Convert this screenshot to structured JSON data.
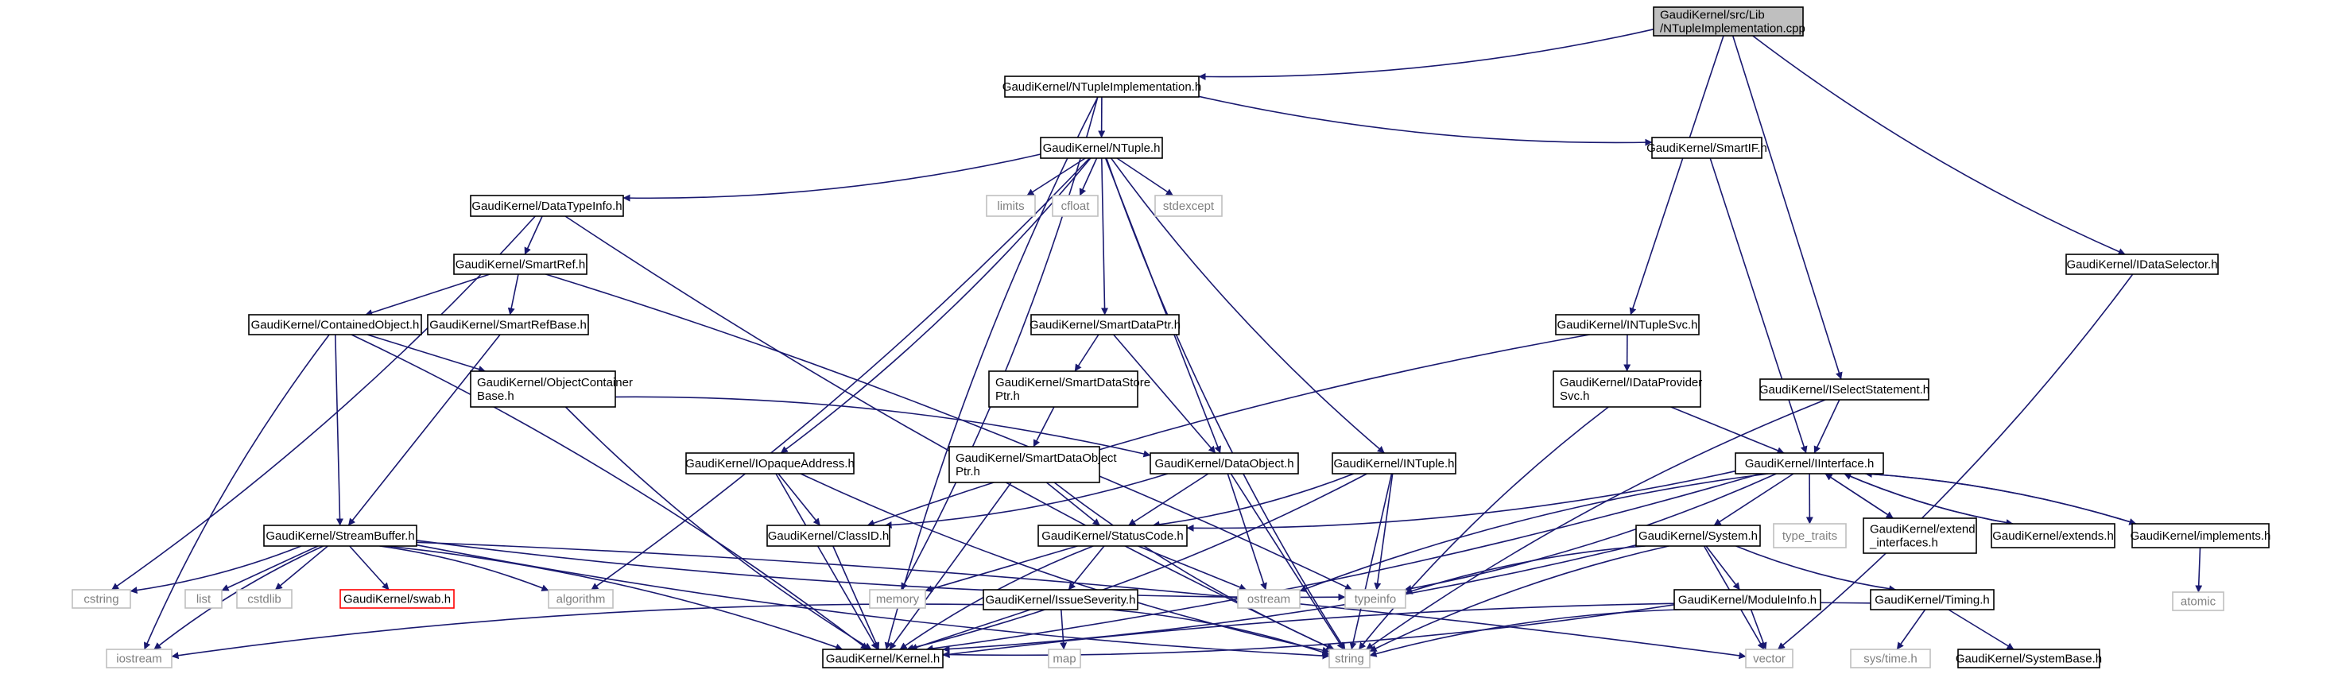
{
  "colors": {
    "edge": "#191970",
    "node_border": "#000000",
    "node_text": "#000000",
    "external_border": "#bfbfbf",
    "external_text": "#808080",
    "root_fill": "#bfbfbf",
    "truncated_border": "#ff0000"
  },
  "nodes": [
    {
      "id": "root",
      "label": "GaudiKernel/src/Lib\n/NTupleImplementation.cpp",
      "style": "root"
    },
    {
      "id": "ntimpl",
      "label": "GaudiKernel/NTupleImplementation.h",
      "style": "normal"
    },
    {
      "id": "ntuple",
      "label": "GaudiKernel/NTuple.h",
      "style": "normal"
    },
    {
      "id": "smartif",
      "label": "GaudiKernel/SmartIF.h",
      "style": "normal"
    },
    {
      "id": "dtinfo",
      "label": "GaudiKernel/DataTypeInfo.h",
      "style": "normal"
    },
    {
      "id": "limits",
      "label": "limits",
      "style": "external"
    },
    {
      "id": "cfloat",
      "label": "cfloat",
      "style": "external"
    },
    {
      "id": "stdexcept",
      "label": "stdexcept",
      "style": "external"
    },
    {
      "id": "idatasel",
      "label": "GaudiKernel/IDataSelector.h",
      "style": "normal"
    },
    {
      "id": "smartref",
      "label": "GaudiKernel/SmartRef.h",
      "style": "normal"
    },
    {
      "id": "contobj",
      "label": "GaudiKernel/ContainedObject.h",
      "style": "normal"
    },
    {
      "id": "smartrefbase",
      "label": "GaudiKernel/SmartRefBase.h",
      "style": "normal"
    },
    {
      "id": "smartdataptr",
      "label": "GaudiKernel/SmartDataPtr.h",
      "style": "normal"
    },
    {
      "id": "intuplesvc",
      "label": "GaudiKernel/INTupleSvc.h",
      "style": "normal"
    },
    {
      "id": "objcont",
      "label": "GaudiKernel/ObjectContainer\nBase.h",
      "style": "normal"
    },
    {
      "id": "smartdatastore",
      "label": "GaudiKernel/SmartDataStore\nPtr.h",
      "style": "normal"
    },
    {
      "id": "idataprov",
      "label": "GaudiKernel/IDataProvider\nSvc.h",
      "style": "normal"
    },
    {
      "id": "iselstmt",
      "label": "GaudiKernel/ISelectStatement.h",
      "style": "normal"
    },
    {
      "id": "iopaque",
      "label": "GaudiKernel/IOpaqueAddress.h",
      "style": "normal"
    },
    {
      "id": "smartdataobj",
      "label": "GaudiKernel/SmartDataObject\nPtr.h",
      "style": "normal"
    },
    {
      "id": "dataobj",
      "label": "GaudiKernel/DataObject.h",
      "style": "normal"
    },
    {
      "id": "intuple",
      "label": "GaudiKernel/INTuple.h",
      "style": "normal"
    },
    {
      "id": "iinterface",
      "label": "GaudiKernel/IInterface.h",
      "style": "normal"
    },
    {
      "id": "streambuf",
      "label": "GaudiKernel/StreamBuffer.h",
      "style": "normal"
    },
    {
      "id": "classid",
      "label": "GaudiKernel/ClassID.h",
      "style": "normal"
    },
    {
      "id": "statuscode",
      "label": "GaudiKernel/StatusCode.h",
      "style": "normal"
    },
    {
      "id": "typetraits",
      "label": "type_traits",
      "style": "external"
    },
    {
      "id": "extendif",
      "label": "GaudiKernel/extend\n_interfaces.h",
      "style": "normal"
    },
    {
      "id": "extends",
      "label": "GaudiKernel/extends.h",
      "style": "normal"
    },
    {
      "id": "implements",
      "label": "GaudiKernel/implements.h",
      "style": "normal"
    },
    {
      "id": "system",
      "label": "GaudiKernel/System.h",
      "style": "normal"
    },
    {
      "id": "cstring",
      "label": "cstring",
      "style": "external"
    },
    {
      "id": "list",
      "label": "list",
      "style": "external"
    },
    {
      "id": "cstdlib",
      "label": "cstdlib",
      "style": "external"
    },
    {
      "id": "swab",
      "label": "GaudiKernel/swab.h",
      "style": "truncated"
    },
    {
      "id": "algorithm",
      "label": "algorithm",
      "style": "external"
    },
    {
      "id": "memory",
      "label": "memory",
      "style": "external"
    },
    {
      "id": "issuesev",
      "label": "GaudiKernel/IssueSeverity.h",
      "style": "normal"
    },
    {
      "id": "ostream",
      "label": "ostream",
      "style": "external"
    },
    {
      "id": "typeinfo",
      "label": "typeinfo",
      "style": "external"
    },
    {
      "id": "moduleinfo",
      "label": "GaudiKernel/ModuleInfo.h",
      "style": "normal"
    },
    {
      "id": "timing",
      "label": "GaudiKernel/Timing.h",
      "style": "normal"
    },
    {
      "id": "atomic",
      "label": "atomic",
      "style": "external"
    },
    {
      "id": "iostream",
      "label": "iostream",
      "style": "external"
    },
    {
      "id": "kernel",
      "label": "GaudiKernel/Kernel.h",
      "style": "normal"
    },
    {
      "id": "map",
      "label": "map",
      "style": "external"
    },
    {
      "id": "string",
      "label": "string",
      "style": "external"
    },
    {
      "id": "vector",
      "label": "vector",
      "style": "external"
    },
    {
      "id": "systime",
      "label": "sys/time.h",
      "style": "external"
    },
    {
      "id": "sysbase",
      "label": "GaudiKernel/SystemBase.h",
      "style": "normal"
    }
  ],
  "edges": [
    [
      "root",
      "ntimpl"
    ],
    [
      "root",
      "intuplesvc"
    ],
    [
      "root",
      "iselstmt"
    ],
    [
      "root",
      "idatasel"
    ],
    [
      "ntimpl",
      "ntuple"
    ],
    [
      "ntimpl",
      "smartif"
    ],
    [
      "ntimpl",
      "memory"
    ],
    [
      "ntimpl",
      "kernel"
    ],
    [
      "ntuple",
      "dtinfo"
    ],
    [
      "ntuple",
      "limits"
    ],
    [
      "ntuple",
      "cfloat"
    ],
    [
      "ntuple",
      "stdexcept"
    ],
    [
      "ntuple",
      "smartdataptr"
    ],
    [
      "ntuple",
      "intuple"
    ],
    [
      "ntuple",
      "iopaque"
    ],
    [
      "ntuple",
      "dataobj"
    ],
    [
      "ntuple",
      "algorithm"
    ],
    [
      "ntuple",
      "string"
    ],
    [
      "smartif",
      "iinterface"
    ],
    [
      "dtinfo",
      "smartref"
    ],
    [
      "dtinfo",
      "cstring"
    ],
    [
      "dtinfo",
      "string"
    ],
    [
      "smartref",
      "contobj"
    ],
    [
      "smartref",
      "smartrefbase"
    ],
    [
      "smartref",
      "typeinfo"
    ],
    [
      "contobj",
      "objcont"
    ],
    [
      "contobj",
      "streambuf"
    ],
    [
      "contobj",
      "iostream"
    ],
    [
      "contobj",
      "kernel"
    ],
    [
      "smartrefbase",
      "streambuf"
    ],
    [
      "objcont",
      "dataobj"
    ],
    [
      "objcont",
      "kernel"
    ],
    [
      "smartdataptr",
      "smartdatastore"
    ],
    [
      "smartdataptr",
      "dataobj"
    ],
    [
      "smartdatastore",
      "smartdataobj"
    ],
    [
      "smartdataobj",
      "statuscode"
    ],
    [
      "smartdataobj",
      "kernel"
    ],
    [
      "smartdataobj",
      "string"
    ],
    [
      "intuplesvc",
      "idataprov"
    ],
    [
      "intuplesvc",
      "classid"
    ],
    [
      "idataprov",
      "iinterface"
    ],
    [
      "idataprov",
      "string"
    ],
    [
      "iselstmt",
      "iinterface"
    ],
    [
      "iselstmt",
      "string"
    ],
    [
      "idatasel",
      "vector"
    ],
    [
      "iopaque",
      "classid"
    ],
    [
      "iopaque",
      "kernel"
    ],
    [
      "iopaque",
      "string"
    ],
    [
      "dataobj",
      "classid"
    ],
    [
      "dataobj",
      "statuscode"
    ],
    [
      "dataobj",
      "ostream"
    ],
    [
      "dataobj",
      "string"
    ],
    [
      "intuple",
      "statuscode"
    ],
    [
      "intuple",
      "typeinfo"
    ],
    [
      "intuple",
      "kernel"
    ],
    [
      "intuple",
      "string"
    ],
    [
      "iinterface",
      "statuscode"
    ],
    [
      "iinterface",
      "typetraits"
    ],
    [
      "iinterface",
      "extendif"
    ],
    [
      "iinterface",
      "extends"
    ],
    [
      "iinterface",
      "implements"
    ],
    [
      "iinterface",
      "system"
    ],
    [
      "iinterface",
      "kernel"
    ],
    [
      "iinterface",
      "ostream"
    ],
    [
      "iinterface",
      "typeinfo"
    ],
    [
      "extendif",
      "iinterface"
    ],
    [
      "extends",
      "iinterface"
    ],
    [
      "implements",
      "iinterface"
    ],
    [
      "implements",
      "atomic"
    ],
    [
      "classid",
      "kernel"
    ],
    [
      "statuscode",
      "issuesev"
    ],
    [
      "statuscode",
      "memory"
    ],
    [
      "statuscode",
      "ostream"
    ],
    [
      "statuscode",
      "kernel"
    ],
    [
      "issuesev",
      "kernel"
    ],
    [
      "issuesev",
      "map"
    ],
    [
      "issuesev",
      "string"
    ],
    [
      "issuesev",
      "iostream"
    ],
    [
      "system",
      "moduleinfo"
    ],
    [
      "system",
      "timing"
    ],
    [
      "system",
      "kernel"
    ],
    [
      "system",
      "string"
    ],
    [
      "system",
      "vector"
    ],
    [
      "system",
      "typeinfo"
    ],
    [
      "moduleinfo",
      "kernel"
    ],
    [
      "moduleinfo",
      "string"
    ],
    [
      "moduleinfo",
      "vector"
    ],
    [
      "timing",
      "sysbase"
    ],
    [
      "timing",
      "systime"
    ],
    [
      "timing",
      "kernel"
    ],
    [
      "streambuf",
      "cstring"
    ],
    [
      "streambuf",
      "list"
    ],
    [
      "streambuf",
      "cstdlib"
    ],
    [
      "streambuf",
      "swab"
    ],
    [
      "streambuf",
      "algorithm"
    ],
    [
      "streambuf",
      "iostream"
    ],
    [
      "streambuf",
      "kernel"
    ],
    [
      "streambuf",
      "string"
    ],
    [
      "streambuf",
      "vector"
    ],
    [
      "streambuf",
      "typeinfo"
    ]
  ]
}
